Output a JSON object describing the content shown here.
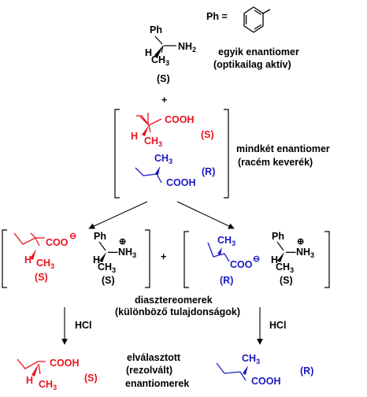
{
  "colors": {
    "black": "#000000",
    "red": "#e8141e",
    "blue": "#1b19c2"
  },
  "scheme": {
    "ph_label": "Ph =",
    "amine": {
      "ph": "Ph",
      "amine_group": "NH",
      "amine_sub": "2",
      "h": "H",
      "methyl": "CH",
      "methyl_sub": "3",
      "config": "(S)"
    },
    "amine_note": [
      "egyik enantiomer",
      "(optikailag aktív)"
    ],
    "plus": "+",
    "acid_s": {
      "acid": "COOH",
      "h": "H",
      "methyl": "CH",
      "methyl_sub": "3",
      "config": "(S)"
    },
    "acid_r": {
      "methyl": "CH",
      "methyl_sub": "3",
      "acid": "COOH",
      "config": "(R)"
    },
    "racemate_note": [
      "mindkét enantiomer",
      "(racém keverék)"
    ],
    "salt_s": {
      "anion": "COO",
      "anion_charge": "⊖",
      "h": "H",
      "methyl": "CH",
      "methyl_sub": "3",
      "config": "(S)",
      "cation": {
        "ph": "Ph",
        "nh3": "NH",
        "nh3_sub": "3",
        "charge": "⊕",
        "h": "H",
        "methyl": "CH",
        "methyl_sub": "3",
        "dash": "—",
        "config": "(S)"
      }
    },
    "salt_plus": "+",
    "salt_r": {
      "anion": "COO",
      "anion_charge": "⊖",
      "methyl": "CH",
      "methyl_sub": "3",
      "config": "(R)",
      "cation": {
        "ph": "Ph",
        "nh3": "NH",
        "nh3_sub": "3",
        "charge": "⊕",
        "h": "H",
        "methyl": "CH",
        "methyl_sub": "3",
        "dash": "—",
        "config": "(S)"
      }
    },
    "diastereomer_note": [
      "diasztereomerek",
      "(különböző tulajdonságok)"
    ],
    "hcl_left": "HCl",
    "hcl_right": "HCl",
    "product_s": {
      "acid": "COOH",
      "h": "H",
      "methyl": "CH",
      "methyl_sub": "3",
      "config": "(S)"
    },
    "resolved_note": [
      "elválasztott",
      "(rezolvált)",
      "enantiomerek"
    ],
    "product_r": {
      "methyl": "CH",
      "methyl_sub": "3",
      "acid": "COOH",
      "config": "(R)"
    }
  }
}
